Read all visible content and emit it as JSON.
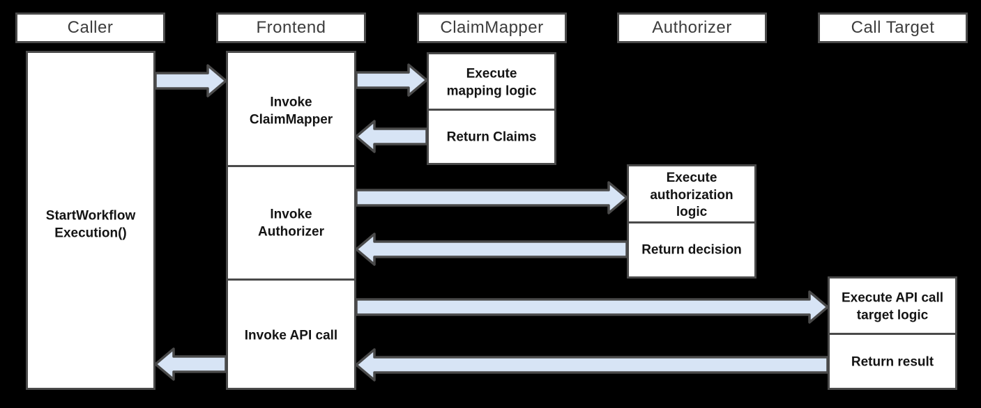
{
  "colors": {
    "background": "#000000",
    "box_fill": "#ffffff",
    "box_border": "#4a4a4a",
    "arrow_fill": "#d7e4f5",
    "arrow_border": "#4a4a4a",
    "header_text": "#3c3c3c",
    "label_text": "#141414"
  },
  "lanes": [
    {
      "title": "Caller"
    },
    {
      "title": "Frontend"
    },
    {
      "title": "ClaimMapper"
    },
    {
      "title": "Authorizer"
    },
    {
      "title": "Call Target"
    }
  ],
  "caller_box": {
    "label": "StartWorkflow\nExecution()"
  },
  "frontend_box": {
    "steps": [
      {
        "label": "Invoke\nClaimMapper"
      },
      {
        "label": "Invoke\nAuthorizer"
      },
      {
        "label": "Invoke API call"
      }
    ]
  },
  "claim_mapper_box": {
    "steps": [
      {
        "label": "Execute\nmapping logic"
      },
      {
        "label": "Return Claims"
      }
    ]
  },
  "authorizer_box": {
    "steps": [
      {
        "label": "Execute\nauthorization\nlogic"
      },
      {
        "label": "Return decision"
      }
    ]
  },
  "call_target_box": {
    "steps": [
      {
        "label": "Execute API call\ntarget logic"
      },
      {
        "label": "Return result"
      }
    ]
  },
  "arrows": [
    {
      "name": "caller-to-frontend",
      "direction": "right"
    },
    {
      "name": "frontend-to-claimmapper",
      "direction": "right"
    },
    {
      "name": "claimmapper-to-frontend",
      "direction": "left"
    },
    {
      "name": "frontend-to-authorizer",
      "direction": "right"
    },
    {
      "name": "authorizer-to-frontend",
      "direction": "left"
    },
    {
      "name": "frontend-to-calltarget",
      "direction": "right"
    },
    {
      "name": "calltarget-to-frontend",
      "direction": "left"
    },
    {
      "name": "frontend-to-caller",
      "direction": "left"
    }
  ]
}
